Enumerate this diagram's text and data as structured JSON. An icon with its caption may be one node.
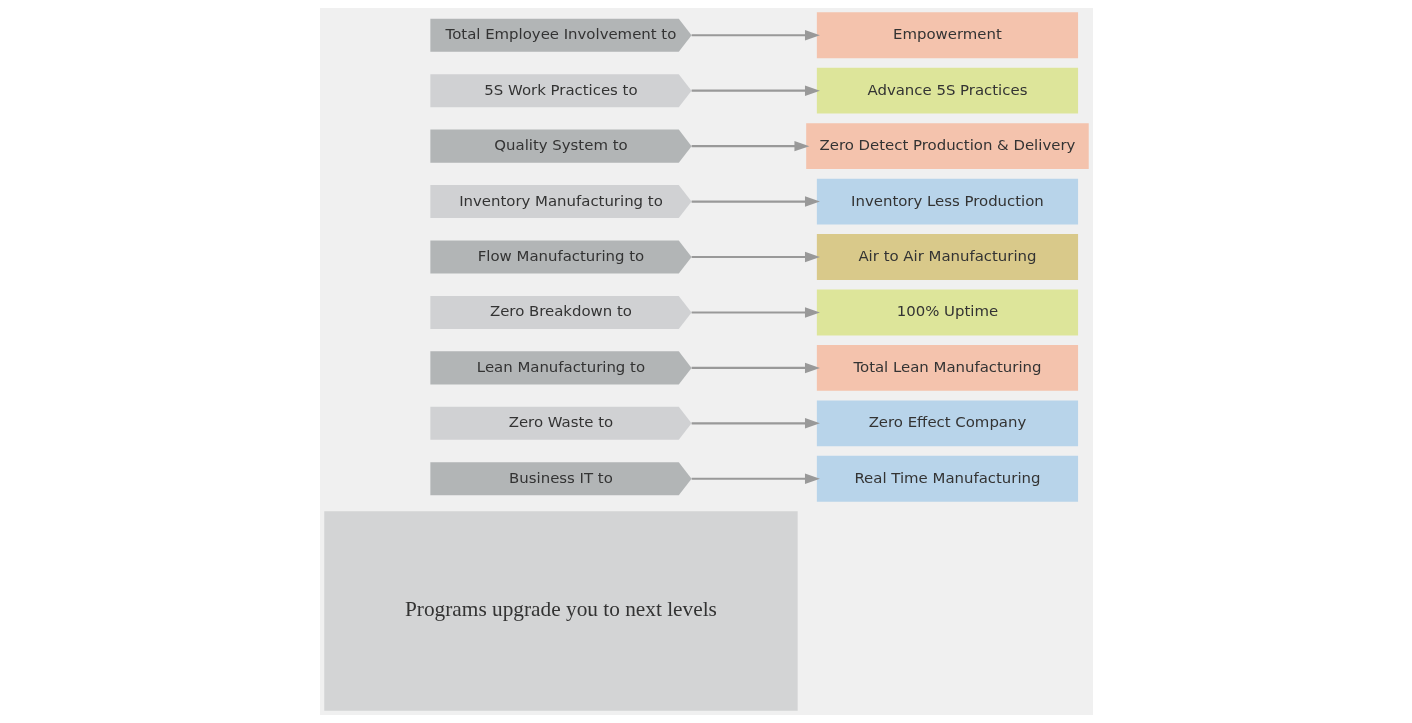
{
  "diagram": {
    "nodes": [
      {
        "text": [
          "Programs upgrade you to next levels"
        ]
      },
      {
        "text": [
          "Business IT to"
        ]
      },
      {
        "text": [
          "Real Time Manufacturing"
        ]
      },
      {
        "text": [
          "Zero Waste to"
        ]
      },
      {
        "text": [
          "Zero Effect Company"
        ]
      },
      {
        "text": [
          "Lean Manufacturing to"
        ]
      },
      {
        "text": [
          "Total Lean Manufacturing"
        ]
      },
      {
        "text": [
          "Zero Breakdown to"
        ]
      },
      {
        "text": [
          "100% Uptime"
        ]
      },
      {
        "text": [
          "Flow Manufacturing to"
        ]
      },
      {
        "text": [
          "Air to Air Manufacturing"
        ]
      },
      {
        "text": [
          "Inventory Manufacturing to"
        ]
      },
      {
        "text": [
          "Inventory Less Production"
        ]
      },
      {
        "text": [
          "Quality System to"
        ]
      },
      {
        "text": [
          "Zero Detect Production & Delivery"
        ]
      },
      {
        "text": [
          "5S Work Practices to"
        ]
      },
      {
        "text": [
          "Advance 5S Practices"
        ]
      },
      {
        "text": [
          "Total Employee Involvement to"
        ]
      },
      {
        "text": [
          "Empowerment"
        ]
      }
    ],
    "edges": [
      {
        "from": 1,
        "to": 2,
        "arrow": "to"
      },
      {
        "from": 3,
        "to": 4,
        "arrow": "to"
      },
      {
        "from": 5,
        "to": 6,
        "arrow": "to"
      },
      {
        "from": 7,
        "to": 8,
        "arrow": "to"
      },
      {
        "from": 9,
        "to": 10,
        "arrow": "to"
      },
      {
        "from": 11,
        "to": 12,
        "arrow": "to"
      },
      {
        "from": 13,
        "to": 14,
        "arrow": "to"
      },
      {
        "from": 15,
        "to": 16,
        "arrow": "to"
      },
      {
        "from": 17,
        "to": 18,
        "arrow": "to"
      }
    ]
  }
}
